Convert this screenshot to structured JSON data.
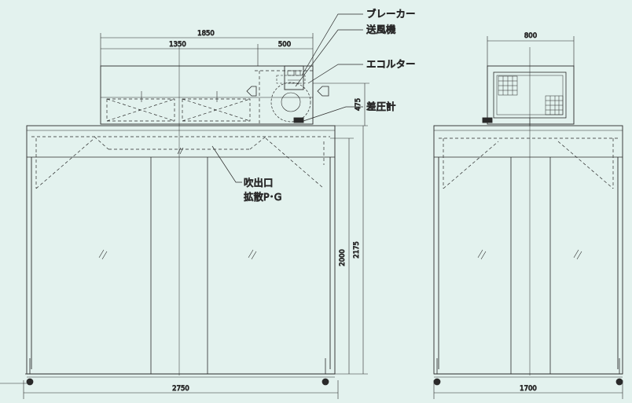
{
  "dimensions": {
    "front_total_width": "1850",
    "front_left_width": "1350",
    "front_right_width": "500",
    "fan_height": "475",
    "body_height": "2000",
    "total_height": "2175",
    "base_width": "2750",
    "side_top_width": "800",
    "side_base_width": "1700"
  },
  "callouts": {
    "breaker": "ブレーカー",
    "blower": "送風機",
    "eco_filter": "エコルター",
    "differential_gauge": "差圧計",
    "outlet_line1": "吹出口",
    "outlet_line2": "拡散P･G"
  },
  "colors": {
    "background": "#e3f2ee",
    "line": "#2a2a2a"
  }
}
